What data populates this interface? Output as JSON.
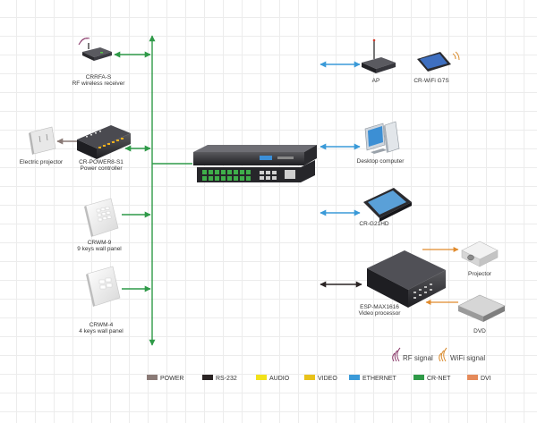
{
  "devices": {
    "rf_receiver": {
      "name": "CRRFA-S",
      "desc": "RF wireless receiver"
    },
    "power_controller": {
      "name": "CR-POWER8-S1",
      "desc": "Power controller"
    },
    "electric_projector": {
      "name": "Electric projector"
    },
    "wall_panel_9": {
      "name": "CRWM-9",
      "desc": "9 keys wall panel"
    },
    "wall_panel_4": {
      "name": "CRWM-4",
      "desc": "4 keys wall panel"
    },
    "ap": {
      "name": "AP"
    },
    "wifi_panel": {
      "name": "CR-WiFi G7S"
    },
    "desktop": {
      "name": "Desktop computer"
    },
    "touch_panel": {
      "name": "CR-G21HD"
    },
    "video_processor": {
      "name": "ESP-MAX1616",
      "desc": "Video processor"
    },
    "projector": {
      "name": "Projector"
    },
    "dvd": {
      "name": "DVD"
    }
  },
  "signals": {
    "rf": {
      "label": "RF signal",
      "color": "#8a3a6a"
    },
    "wifi": {
      "label": "WiFi signal",
      "color": "#d98a2c"
    }
  },
  "legend": [
    {
      "label": "POWER",
      "color": "#8a7a76"
    },
    {
      "label": "RS-232",
      "color": "#2a2424"
    },
    {
      "label": "AUDIO",
      "color": "#f2e21a"
    },
    {
      "label": "VIDEO",
      "color": "#e8c21a"
    },
    {
      "label": "ETHERNET",
      "color": "#3a9ad8"
    },
    {
      "label": "CR-NET",
      "color": "#2f9a48"
    },
    {
      "label": "DVI",
      "color": "#e58a5a"
    }
  ]
}
